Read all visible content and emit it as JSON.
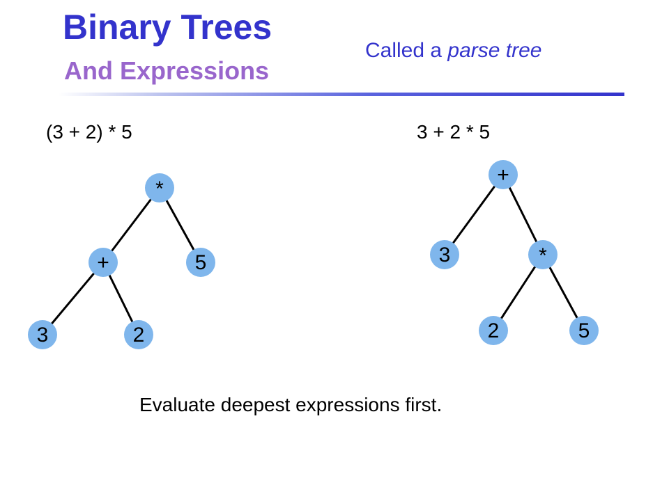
{
  "slide": {
    "title": "Binary Trees",
    "subtitle": "And Expressions",
    "note_prefix": "Called a ",
    "note_emphasis": "parse tree",
    "caption": "Evaluate deepest expressions first."
  },
  "colors": {
    "title": "#3333cc",
    "subtitle": "#9966cc",
    "node_fill": "#7fb6ec",
    "edge": "#000000"
  },
  "trees": {
    "left": {
      "expression": "(3 + 2) * 5",
      "nodes": [
        {
          "id": "root",
          "label": "*"
        },
        {
          "id": "plus",
          "label": "+"
        },
        {
          "id": "five",
          "label": "5"
        },
        {
          "id": "three",
          "label": "3"
        },
        {
          "id": "two",
          "label": "2"
        }
      ],
      "edges": [
        [
          "root",
          "plus"
        ],
        [
          "root",
          "five"
        ],
        [
          "plus",
          "three"
        ],
        [
          "plus",
          "two"
        ]
      ]
    },
    "right": {
      "expression": "3 + 2 * 5",
      "nodes": [
        {
          "id": "root",
          "label": "+"
        },
        {
          "id": "three",
          "label": "3"
        },
        {
          "id": "times",
          "label": "*"
        },
        {
          "id": "two",
          "label": "2"
        },
        {
          "id": "five",
          "label": "5"
        }
      ],
      "edges": [
        [
          "root",
          "three"
        ],
        [
          "root",
          "times"
        ],
        [
          "times",
          "two"
        ],
        [
          "times",
          "five"
        ]
      ]
    }
  }
}
